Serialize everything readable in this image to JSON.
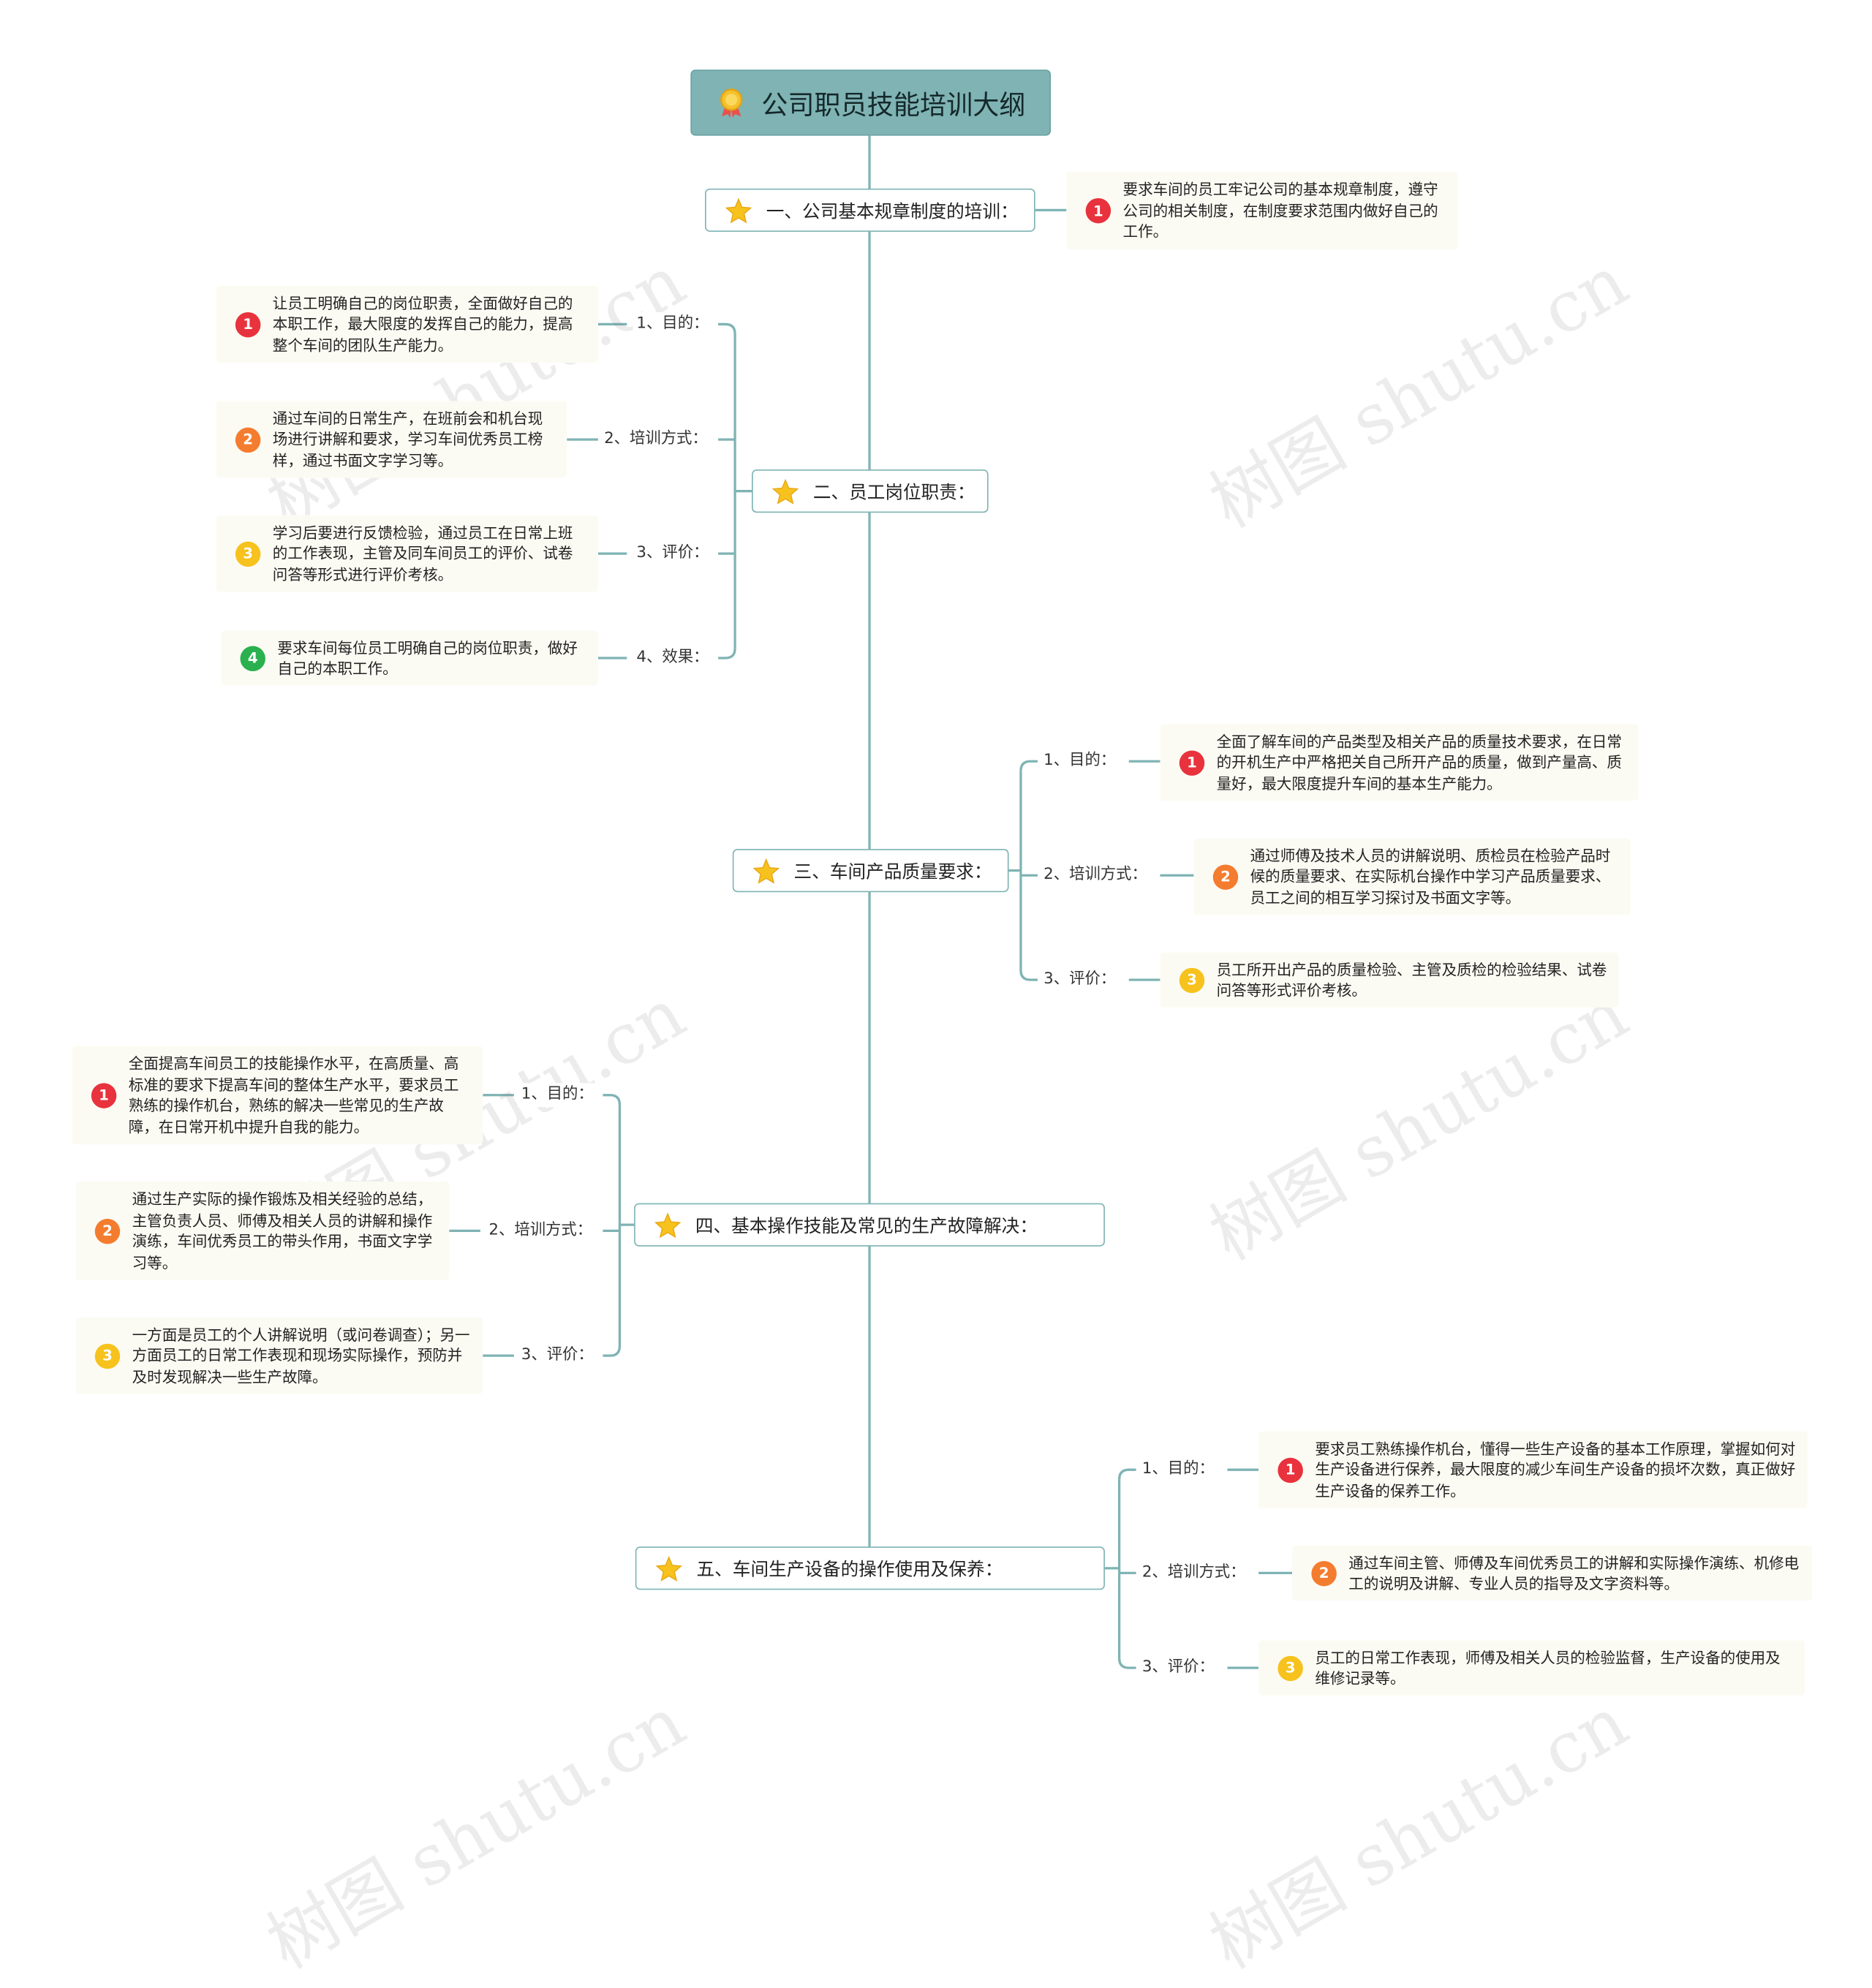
{
  "title": "公司职员技能培训大纲",
  "watermark": "树图 shutu.cn",
  "colors": {
    "accent": "#7fb3b4",
    "root_fill": "#7fb3b4",
    "note_bg": "#fcfbf3",
    "badge_1": "#e8323d",
    "badge_2": "#f47c2f",
    "badge_3": "#f7c21d",
    "badge_4": "#2bb04f"
  },
  "sections": [
    {
      "title": "一、公司基本规章制度的培训：",
      "note": {
        "badge": "1",
        "text": "要求车间的员工牢记公司的基本规章制度，遵守公司的相关制度，在制度要求范围内做好自己的工作。"
      }
    },
    {
      "title": "二、员工岗位职责：",
      "items": [
        {
          "label": "1、目的：",
          "badge": "1",
          "text": "让员工明确自己的岗位职责，全面做好自己的本职工作，最大限度的发挥自己的能力，提高整个车间的团队生产能力。"
        },
        {
          "label": "2、培训方式：",
          "badge": "2",
          "text": "通过车间的日常生产，在班前会和机台现场进行讲解和要求，学习车间优秀员工榜样，通过书面文字学习等。"
        },
        {
          "label": "3、评价：",
          "badge": "3",
          "text": "学习后要进行反馈检验，通过员工在日常上班的工作表现，主管及同车间员工的评价、试卷问答等形式进行评价考核。"
        },
        {
          "label": "4、效果：",
          "badge": "4",
          "text": "要求车间每位员工明确自己的岗位职责，做好自己的本职工作。"
        }
      ]
    },
    {
      "title": "三、车间产品质量要求：",
      "items": [
        {
          "label": "1、目的：",
          "badge": "1",
          "text": "全面了解车间的产品类型及相关产品的质量技术要求，在日常的开机生产中严格把关自己所开产品的质量，做到产量高、质量好，最大限度提升车间的基本生产能力。"
        },
        {
          "label": "2、培训方式：",
          "badge": "2",
          "text": "通过师傅及技术人员的讲解说明、质检员在检验产品时候的质量要求、在实际机台操作中学习产品质量要求、员工之间的相互学习探讨及书面文字等。"
        },
        {
          "label": "3、评价：",
          "badge": "3",
          "text": "员工所开出产品的质量检验、主管及质检的检验结果、试卷问答等形式评价考核。"
        }
      ]
    },
    {
      "title": "四、基本操作技能及常见的生产故障解决：",
      "items": [
        {
          "label": "1、目的：",
          "badge": "1",
          "text": "全面提高车间员工的技能操作水平，在高质量、高标准的要求下提高车间的整体生产水平，要求员工熟练的操作机台，熟练的解决一些常见的生产故障，在日常开机中提升自我的能力。"
        },
        {
          "label": "2、培训方式：",
          "badge": "2",
          "text": "通过生产实际的操作锻炼及相关经验的总结，主管负责人员、师傅及相关人员的讲解和操作演练，车间优秀员工的带头作用，书面文字学习等。"
        },
        {
          "label": "3、评价：",
          "badge": "3",
          "text": "一方面是员工的个人讲解说明（或问卷调查）；另一方面员工的日常工作表现和现场实际操作，预防并及时发现解决一些生产故障。"
        }
      ]
    },
    {
      "title": "五、车间生产设备的操作使用及保养：",
      "items": [
        {
          "label": "1、目的：",
          "badge": "1",
          "text": "要求员工熟练操作机台，懂得一些生产设备的基本工作原理，掌握如何对生产设备进行保养，最大限度的减少车间生产设备的损坏次数，真正做好生产设备的保养工作。"
        },
        {
          "label": "2、培训方式：",
          "badge": "2",
          "text": "通过车间主管、师傅及车间优秀员工的讲解和实际操作演练、机修电工的说明及讲解、专业人员的指导及文字资料等。"
        },
        {
          "label": "3、评价：",
          "badge": "3",
          "text": "员工的日常工作表现，师傅及相关人员的检验监督，生产设备的使用及维修记录等。"
        }
      ]
    }
  ]
}
